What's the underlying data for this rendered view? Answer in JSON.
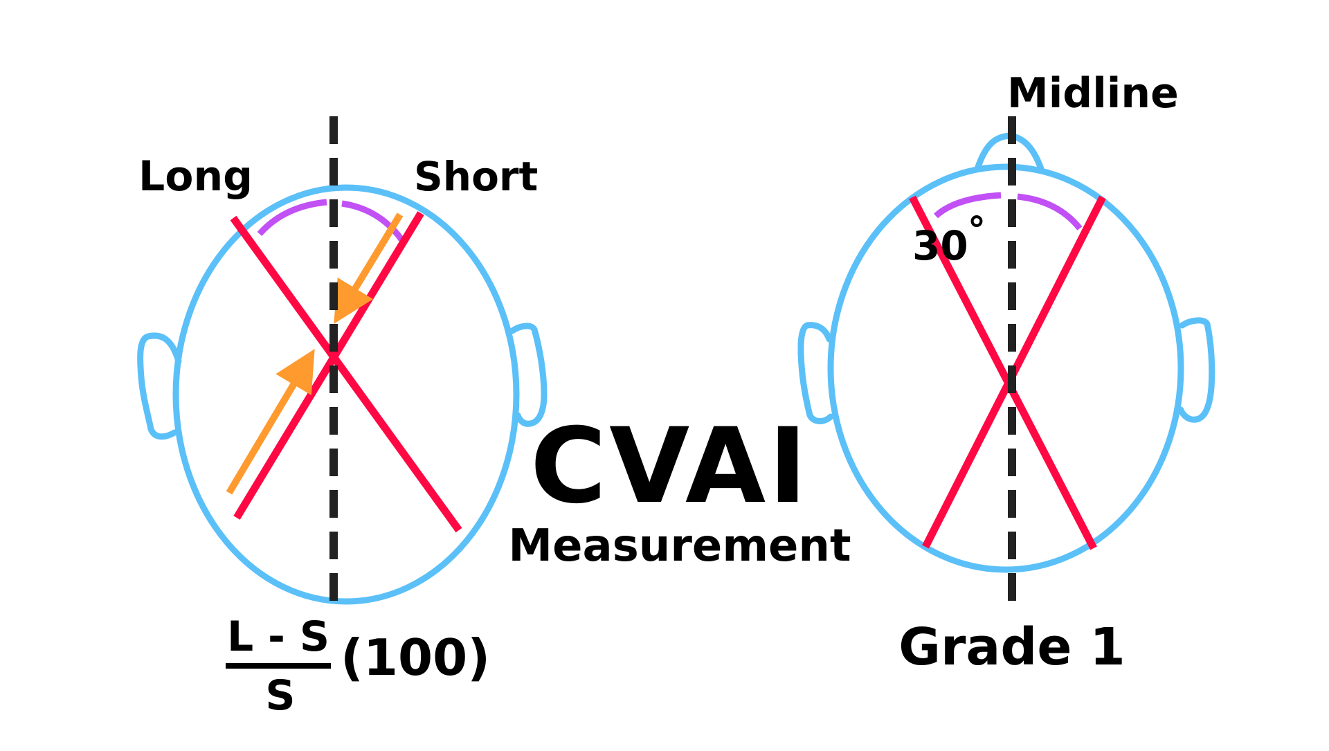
{
  "colors": {
    "head_outline": "#5bc0f8",
    "diagonal": "#ff0844",
    "angle_arc": "#c150f5",
    "arrow": "#ff9a2e",
    "midline": "#222222",
    "text": "#000000"
  },
  "left_diagram": {
    "label_long": "Long",
    "label_short": "Short"
  },
  "center": {
    "title": "CVAI",
    "subtitle": "Measurement"
  },
  "formula": {
    "numerator": "L - S",
    "denominator": "S",
    "multiplier": "(100)"
  },
  "right_diagram": {
    "label_midline": "Midline",
    "angle_value": "30",
    "angle_unit": "°",
    "grade_label": "Grade 1"
  }
}
